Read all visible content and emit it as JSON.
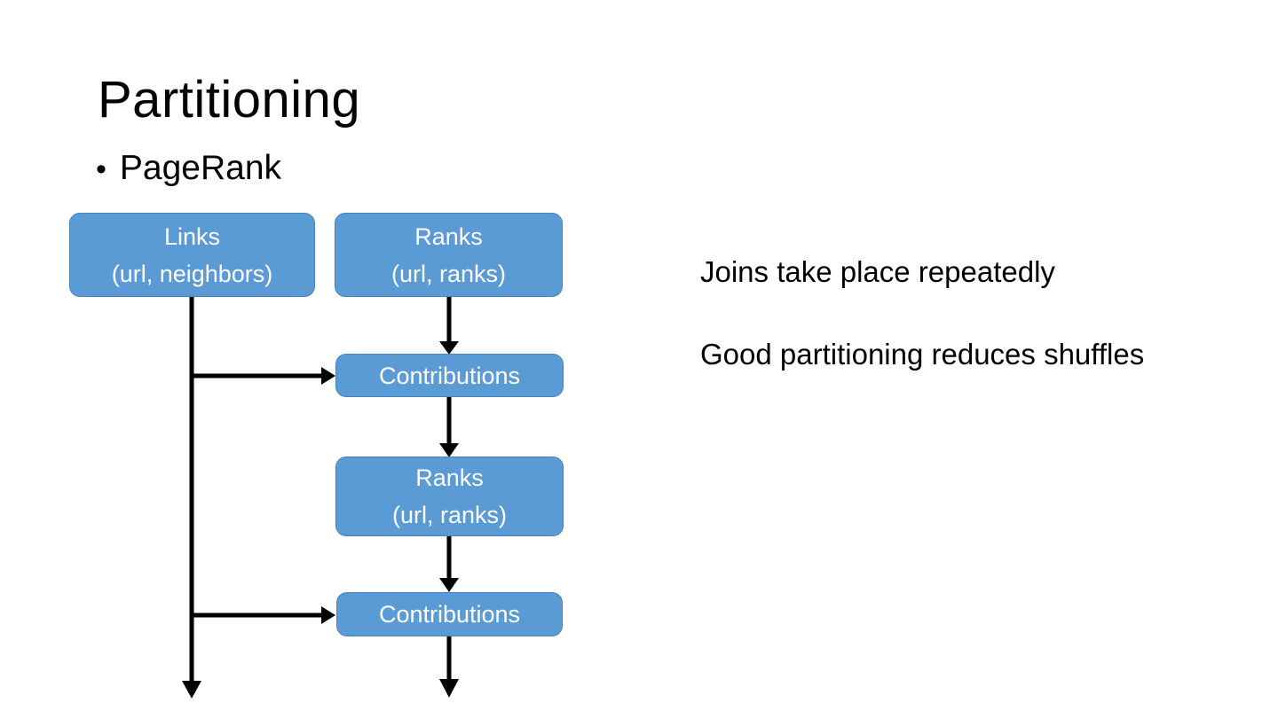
{
  "slide": {
    "title": "Partitioning",
    "bullet": {
      "glyph": "•",
      "label": "PageRank"
    },
    "notes": [
      "Joins take place repeatedly",
      "Good partitioning reduces shuffles"
    ]
  },
  "diagram": {
    "boxes": [
      {
        "id": "links",
        "lines": [
          "Links",
          "(url, neighbors)"
        ]
      },
      {
        "id": "ranks-top",
        "lines": [
          "Ranks",
          "(url, ranks)"
        ]
      },
      {
        "id": "contributions-1",
        "lines": [
          "Contributions"
        ]
      },
      {
        "id": "ranks-middle",
        "lines": [
          "Ranks",
          "(url, ranks)"
        ]
      },
      {
        "id": "contributions-2",
        "lines": [
          "Contributions"
        ]
      }
    ],
    "colors": {
      "box_fill": "#5B9BD5",
      "box_border": "#4981BB",
      "box_text": "#FFFFFF",
      "arrow": "#000000",
      "background": "#FFFFFF",
      "text": "#000000"
    }
  }
}
